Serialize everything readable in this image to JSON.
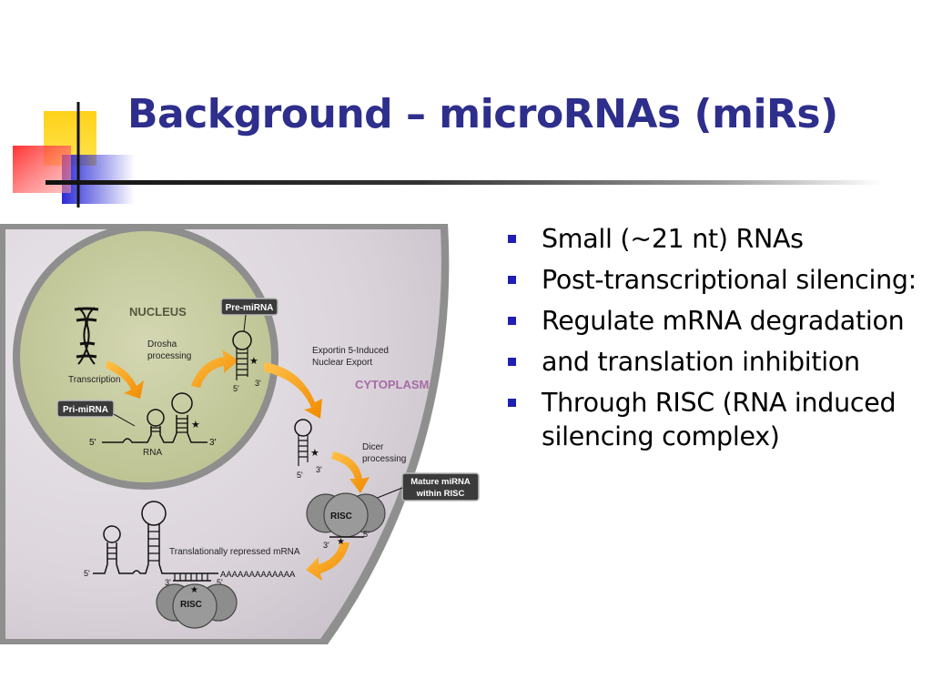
{
  "slide": {
    "title": "Background – microRNAs (miRs)",
    "bullets": [
      "Small (~21 nt) RNAs",
      "Post-transcriptional silencing:",
      "Regulate mRNA degradation",
      "and translation inhibition",
      "Through RISC (RNA induced silencing complex)"
    ]
  },
  "diagram": {
    "nucleus": "NUCLEUS",
    "cytoplasm": "CYTOPLASM",
    "transcription": "Transcription",
    "drosha": [
      "Drosha",
      "processing"
    ],
    "pri_mirna": "Pri-miRNA",
    "rna": "RNA",
    "pre_mirna": "Pre-miRNA",
    "exportin": [
      "Exportin 5-Induced",
      "Nuclear Export"
    ],
    "dicer": [
      "Dicer",
      "processing"
    ],
    "mature": [
      "Mature miRNA",
      "within RISC"
    ],
    "risc": "RISC",
    "repressed": "Translationally repressed mRNA",
    "polya": "AAAAAAAAAAAAA",
    "five": "5'",
    "three": "3'"
  }
}
